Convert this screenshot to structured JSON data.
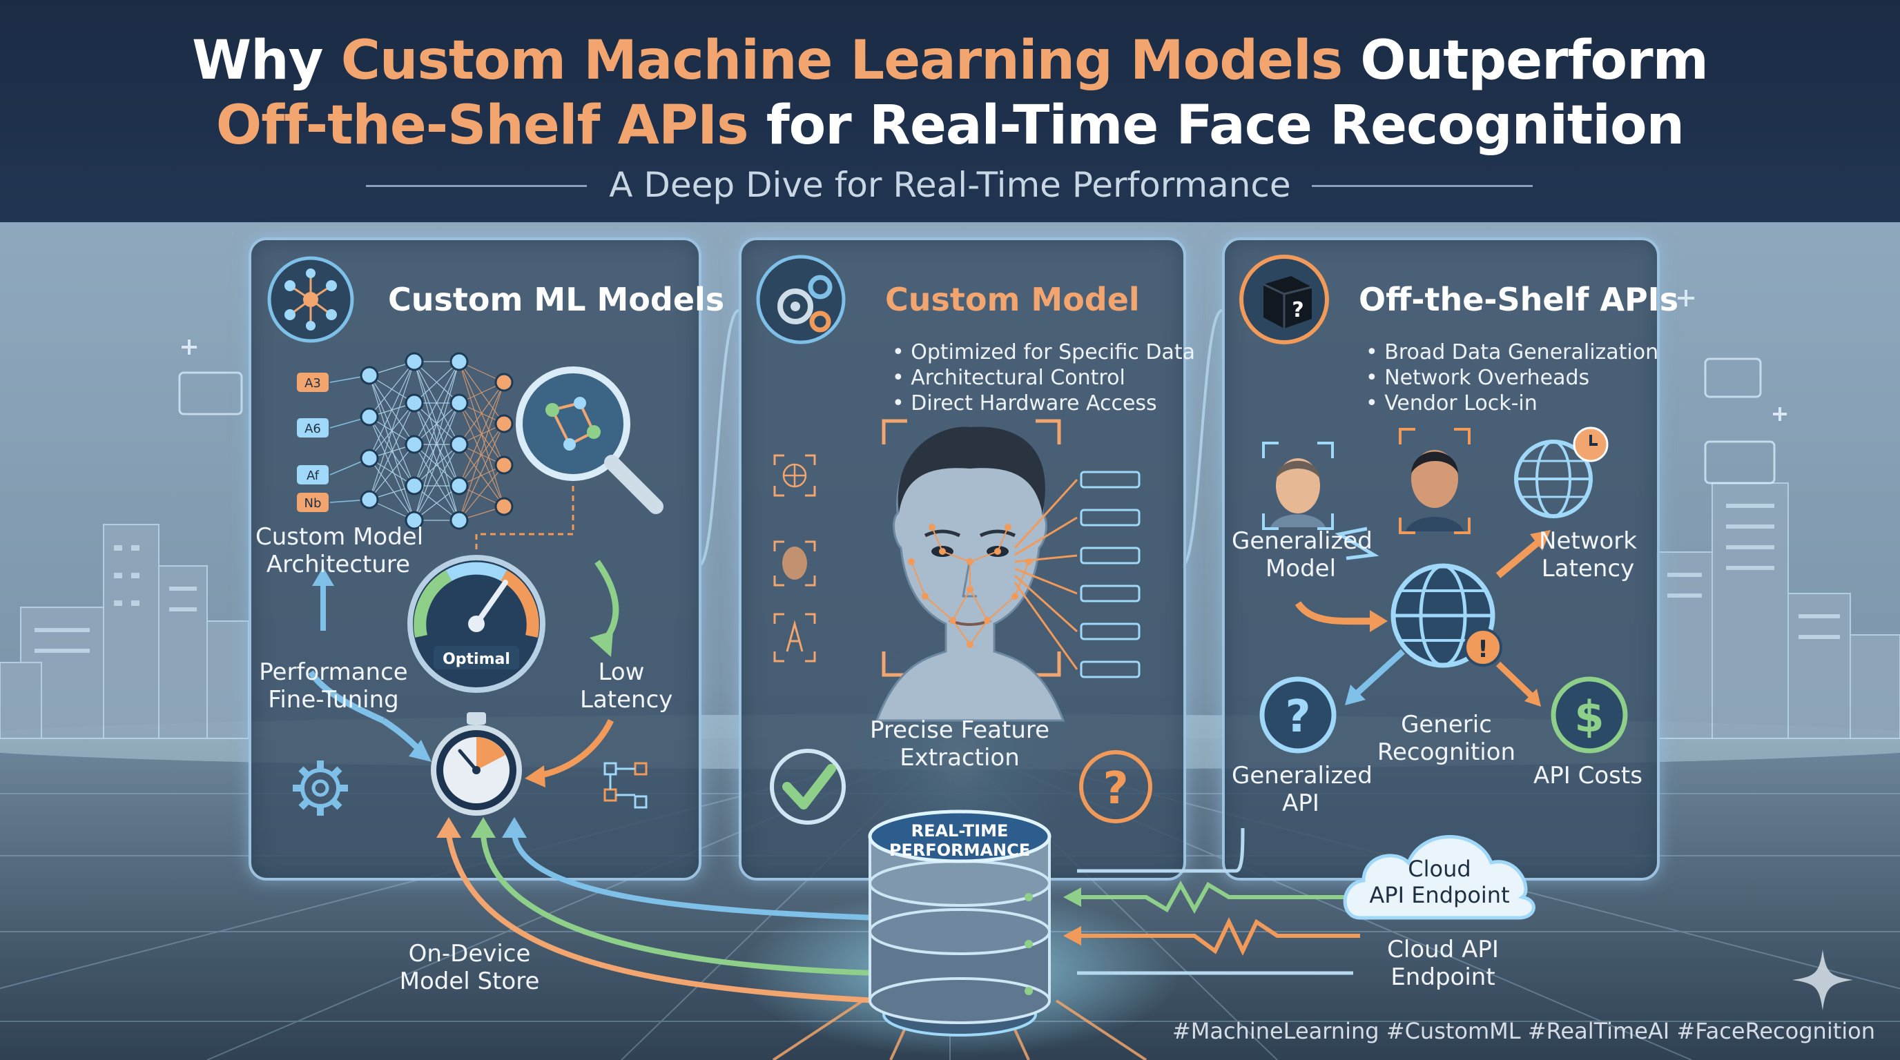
{
  "header": {
    "title_line1_plain_start": "Why ",
    "title_line1_accent": "Custom Machine Learning Models",
    "title_line1_plain_end": " Outperform",
    "title_line2_accent": "Off-the-Shelf APIs",
    "title_line2_plain": " for Real-Time Face Recognition",
    "subtitle": "A Deep Dive for Real-Time Performance"
  },
  "colors": {
    "accent_orange": "#f3a56f",
    "panel_border": "#9cc2e0",
    "title_blue_left": "#ffffff",
    "custom_model_title": "#f3a56f",
    "green_arrow": "#8ed08a",
    "blue_arrow": "#7fc0e8",
    "orange_arrow": "#f19a5a"
  },
  "left_panel": {
    "title": "Custom ML Models",
    "input_chips": [
      "A3",
      "A6",
      "Af",
      "Nb"
    ],
    "label_architecture": "Custom Model\nArchitecture",
    "gauge_label": "Optimal",
    "label_finetuning": "Performance\nFine-Tuning",
    "label_latency": "Low\nLatency"
  },
  "center_panel": {
    "title": "Custom Model",
    "bullets": [
      "Optimized for Specific Data",
      "Architectural Control",
      "Direct Hardware Access"
    ],
    "label_feature": "Precise Feature\nExtraction"
  },
  "right_panel": {
    "title": "Off-the-Shelf APIs",
    "bullets": [
      "Broad Data Generalization",
      "Network Overheads",
      "Vendor Lock-in"
    ],
    "label_generalized_model": "Generalized\nModel",
    "label_network_latency": "Network\nLatency",
    "label_generic_recognition": "Generic\nRecognition",
    "label_generalized_api": "Generalized\nAPI",
    "label_api_costs": "API Costs"
  },
  "bottom": {
    "db_label": "REAL-TIME\nPERFORMANCE",
    "label_model_store": "On-Device\nModel Store",
    "cloud_label": "Cloud\nAPI Endpoint",
    "label_cloud_endpoint": "Cloud API\nEndpoint"
  },
  "hashtags": "#MachineLearning #CustomML #RealTimeAI #FaceRecognition",
  "icons": [
    "neural-network-icon",
    "magnifier-icon",
    "gauge-icon",
    "stopwatch-icon",
    "gear-icon",
    "flowchart-icon",
    "gears-icon",
    "face-scan-icon",
    "check-icon",
    "question-icon",
    "cube-question-icon",
    "globe-icon",
    "clock-icon",
    "warning-icon",
    "dollar-icon",
    "database-icon",
    "cloud-icon",
    "sparkle-icon"
  ]
}
